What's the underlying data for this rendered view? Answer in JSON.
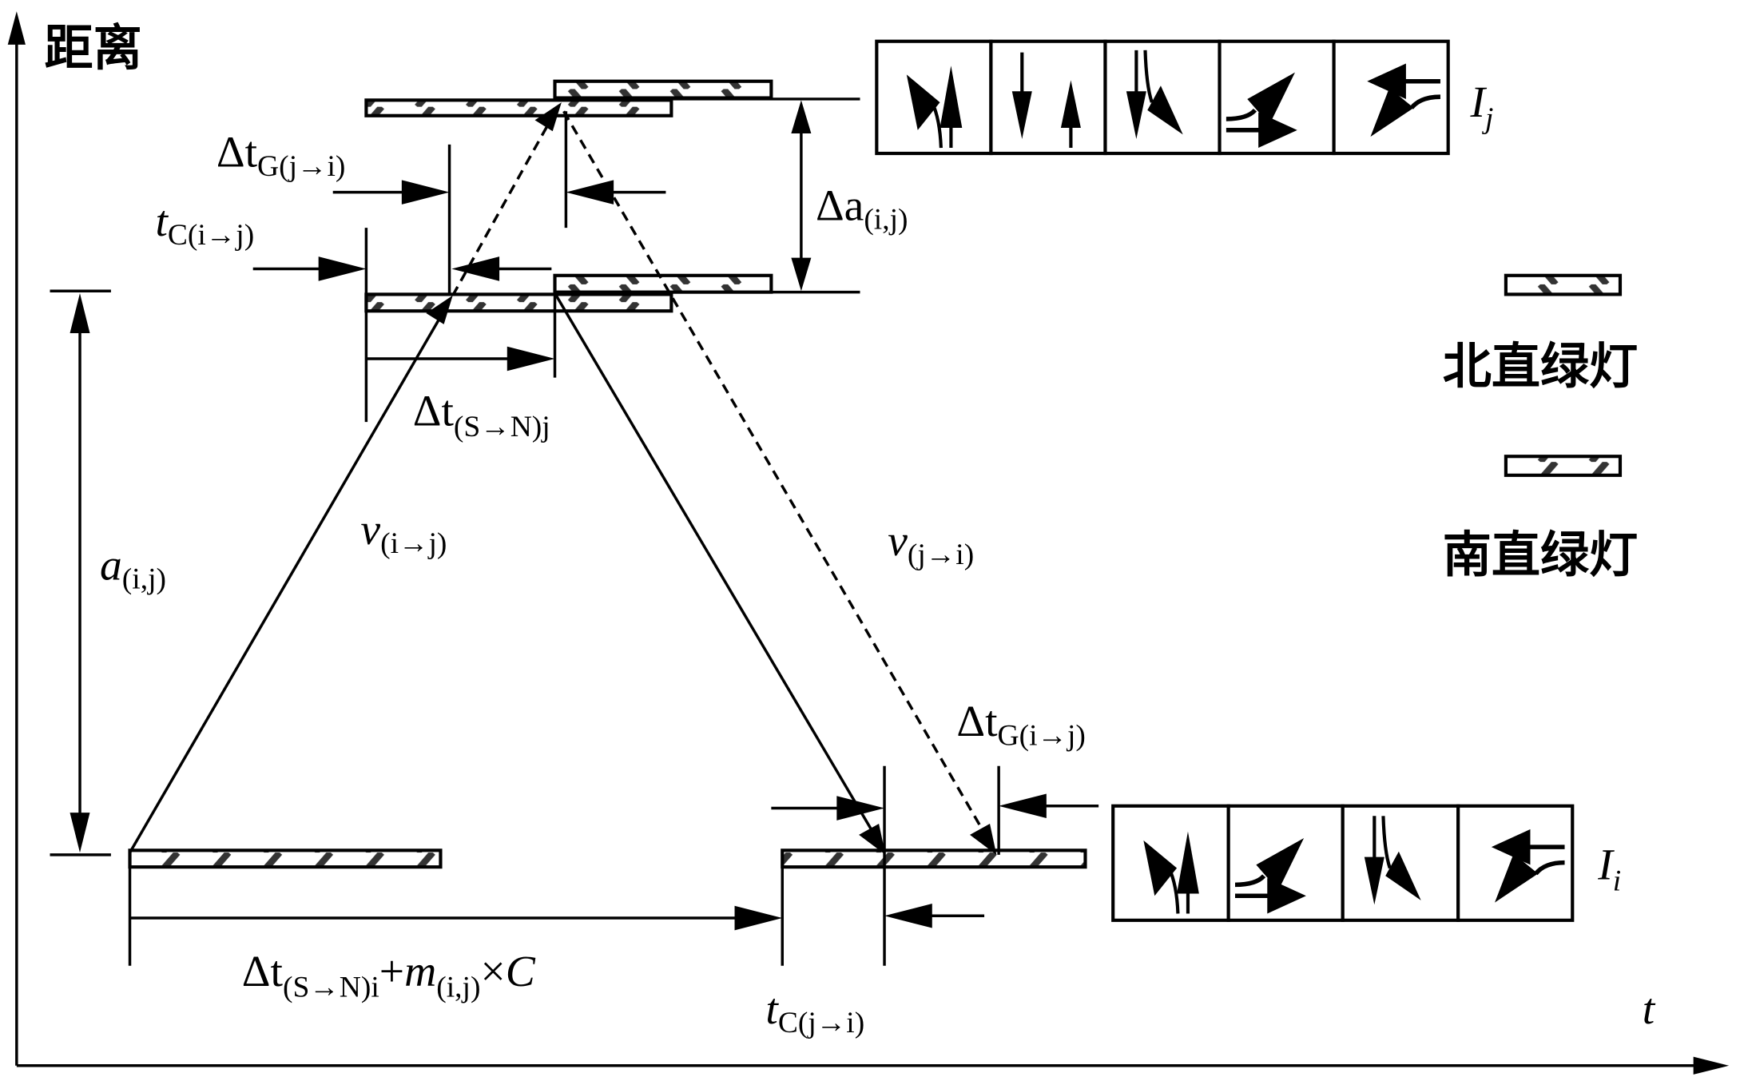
{
  "axes": {
    "y_label": "距离",
    "x_label": "t"
  },
  "colors": {
    "line": "#000000",
    "hatch": "#333333",
    "background": "#ffffff"
  },
  "intersections": {
    "upper": {
      "main": "I",
      "sub": "j",
      "phases": [
        "northbound-left-through-icon",
        "north-south-through-icon",
        "southbound-left-through-icon",
        "eastbound-left-through-icon",
        "westbound-left-through-icon"
      ]
    },
    "lower": {
      "main": "I",
      "sub": "i",
      "phases": [
        "northbound-left-through-icon",
        "eastbound-left-through-icon",
        "southbound-left-through-icon",
        "westbound-left-through-icon"
      ]
    }
  },
  "legend": {
    "north": "北直绿灯",
    "south": "南直绿灯"
  },
  "labels": {
    "dtG_ji": {
      "main": "Δt",
      "sub": "G(j→i)"
    },
    "tC_ij": {
      "main": "t",
      "sub": "C(i→j)"
    },
    "da_ij": {
      "main": "Δa",
      "sub": "(i,j)"
    },
    "dtSN_j": {
      "main": "Δt",
      "sub": "(S→N)j"
    },
    "v_ij": {
      "main": "v",
      "sub": "(i→j)"
    },
    "v_ji": {
      "main": "v",
      "sub": "(j→i)"
    },
    "a_ij": {
      "main": "a",
      "sub": "(i,j)"
    },
    "dtG_ij": {
      "main": "Δt",
      "sub": "G(i→j)"
    },
    "offset": {
      "p1": "Δt",
      "s1": "(S→N)i",
      "p2": "+",
      "p3": "m",
      "s2": "(i,j)",
      "p4": "×",
      "p5": "C"
    },
    "tC_ji": {
      "main": "t",
      "sub": "C(j→i)"
    }
  }
}
